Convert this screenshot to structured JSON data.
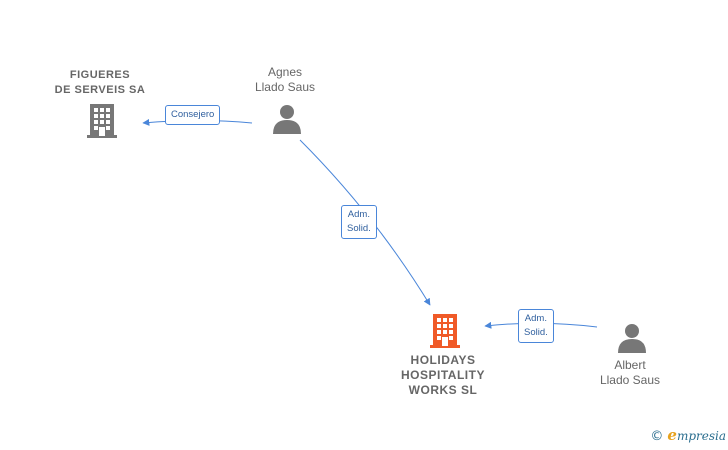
{
  "nodes": {
    "figueres": {
      "name": "FIGUERES\nDE SERVEIS SA",
      "kind": "company"
    },
    "agnes": {
      "name": "Agnes\nLlado Saus",
      "kind": "person"
    },
    "holidays": {
      "name": "HOLIDAYS\nHOSPITALITY\nWORKS  SL",
      "kind": "company-main"
    },
    "albert": {
      "name": "Albert\nLlado Saus",
      "kind": "person"
    }
  },
  "edges": {
    "agnes_figueres": {
      "label": "Consejero"
    },
    "agnes_holidays": {
      "label": "Adm.\nSolid."
    },
    "albert_holidays": {
      "label": "Adm.\nSolid."
    }
  },
  "brand": {
    "copyright": "©",
    "initial": "e",
    "rest": "mpresia"
  },
  "colors": {
    "edge": "#4a86d9",
    "company": "#777777",
    "company_main": "#f05a28",
    "person": "#777777"
  }
}
